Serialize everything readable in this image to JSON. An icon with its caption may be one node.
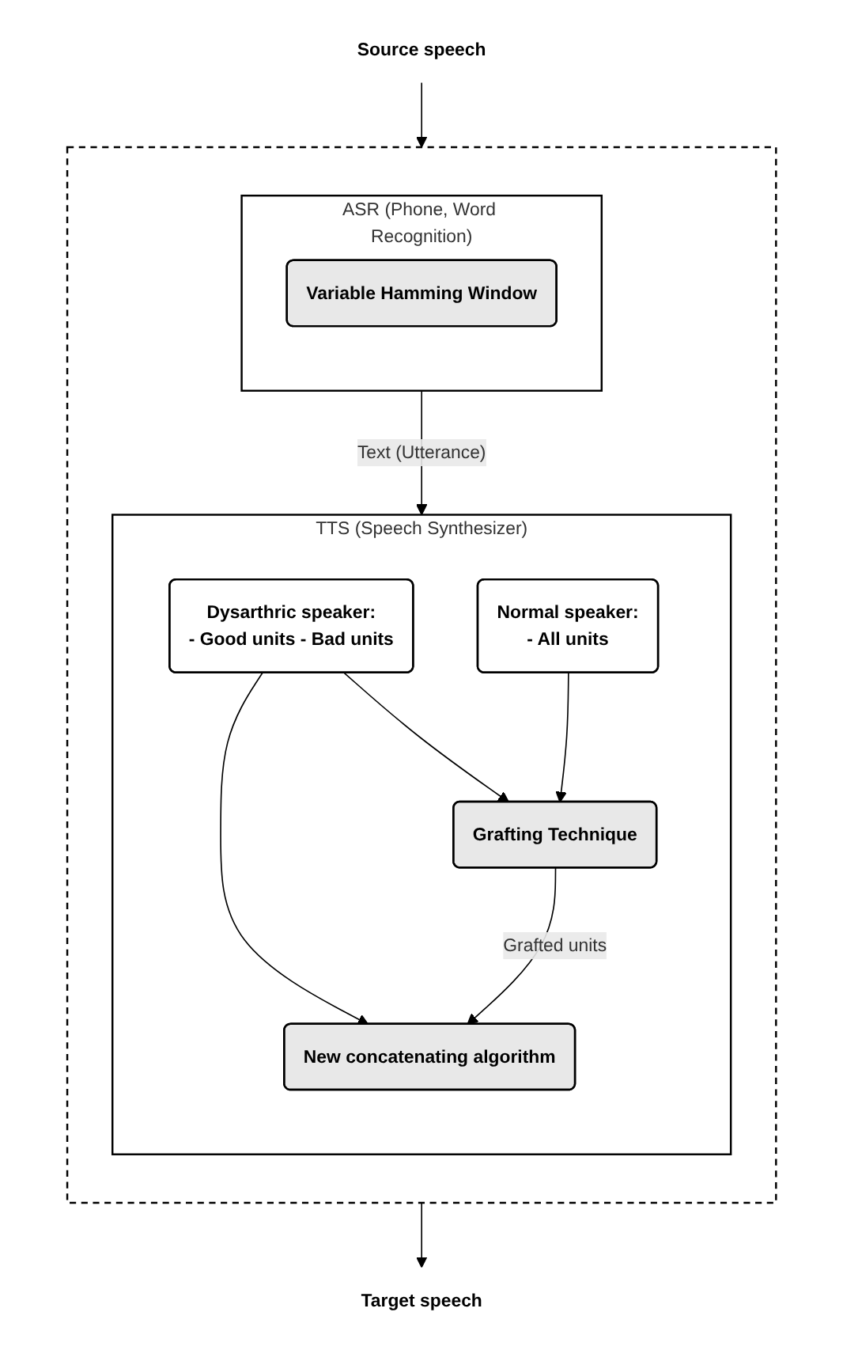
{
  "diagram": {
    "nodes": [
      {
        "text": [
          "Source speech"
        ]
      },
      {
        "text": [],
        "shape": "box"
      },
      {
        "text": [
          "ASR (Phone, Word Recognition)"
        ],
        "in": 1
      },
      {
        "text": [
          "Variable Hamming Window"
        ],
        "in": 2
      },
      {
        "text": [
          "TTS (Speech Synthesizer)"
        ],
        "in": 1
      },
      {
        "text": [
          "New concatenating algorithm"
        ],
        "in": 4
      },
      {
        "text": [
          "Dysarthric speaker:",
          "- Good units - Bad units"
        ],
        "in": 4
      },
      {
        "text": [
          "Grafting Technique"
        ],
        "in": 4
      },
      {
        "text": [
          "Normal speaker:",
          "- All units"
        ],
        "in": 4
      },
      {
        "text": [
          "Target speech"
        ]
      }
    ],
    "edges": [
      {
        "from": 0,
        "to": 1,
        "arrow": "to"
      },
      {
        "from": 2,
        "to": 4,
        "arrow": "to",
        "label": "Text (Utterance)"
      },
      {
        "from": 6,
        "to": 5,
        "arrow": "to"
      },
      {
        "from": 6,
        "to": 7,
        "arrow": "to"
      },
      {
        "from": 8,
        "to": 7,
        "arrow": "to"
      },
      {
        "from": 7,
        "to": 5,
        "arrow": "to",
        "label": "Grafted units"
      },
      {
        "from": 1,
        "to": 9,
        "arrow": "to"
      }
    ]
  }
}
